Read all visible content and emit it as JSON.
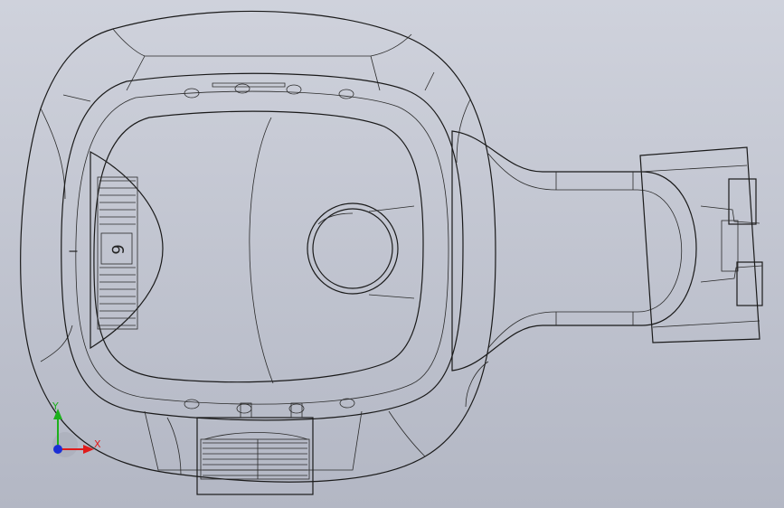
{
  "model": {
    "embossed_digit": "6",
    "embossed_tick": "I"
  },
  "triad": {
    "x_label": "X",
    "y_label": "Y",
    "colors": {
      "x": "#e01b1b",
      "y": "#1cb01c",
      "z": "#1b2fd6"
    }
  },
  "palette": {
    "background_top": "#cfd2dc",
    "background_bottom": "#b3b7c4",
    "part_fill": "#f4f4fa",
    "part_shade": "#c9cad6",
    "edge": "#1a1a1a"
  }
}
